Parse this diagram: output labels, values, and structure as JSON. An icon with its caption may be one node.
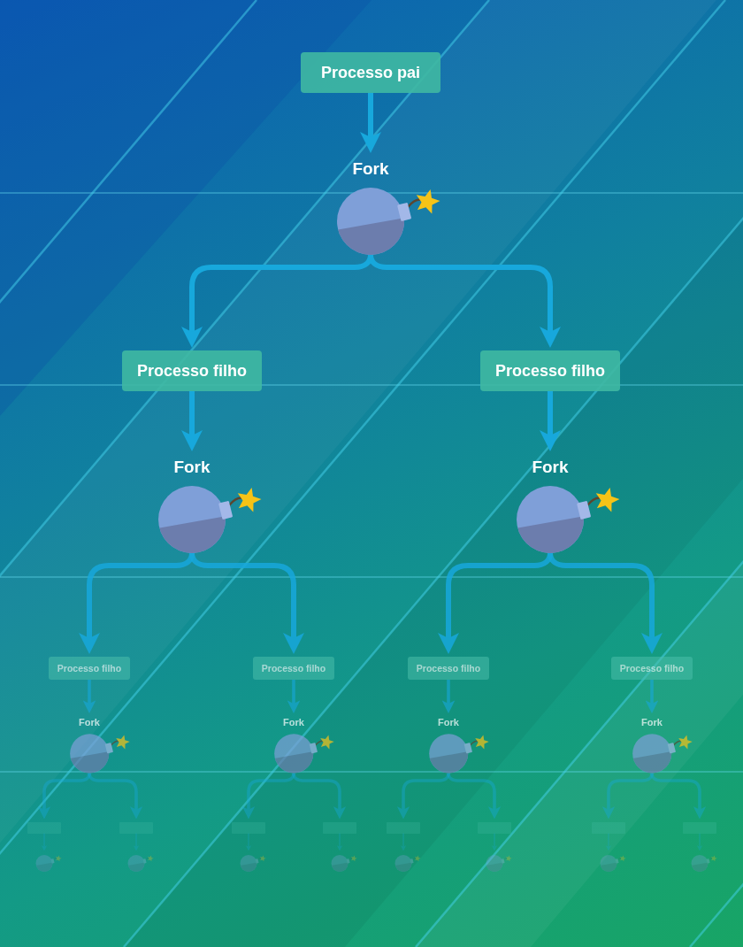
{
  "diagram": {
    "nodes": [
      {
        "text": [
          "Processo pai"
        ]
      },
      {
        "text": [
          "Fork"
        ]
      },
      {
        "text": [
          "Processo filho"
        ]
      },
      {
        "text": [
          "Processo filho"
        ]
      },
      {
        "text": [
          "Fork"
        ]
      },
      {
        "text": [
          "Fork"
        ]
      },
      {
        "text": [
          "Processo filho"
        ]
      },
      {
        "text": [
          "Processo filho"
        ]
      },
      {
        "text": [
          "Processo filho"
        ]
      },
      {
        "text": [
          "Processo filho"
        ]
      },
      {
        "text": [
          "Fork"
        ]
      },
      {
        "text": [
          "Fork"
        ]
      },
      {
        "text": [
          "Fork"
        ]
      },
      {
        "text": [
          "Fork"
        ]
      },
      {
        "text": [],
        "shape": "box"
      },
      {
        "text": [],
        "shape": "box"
      },
      {
        "text": [],
        "shape": "box"
      },
      {
        "text": [],
        "shape": "box"
      },
      {
        "text": [],
        "shape": "box"
      },
      {
        "text": [],
        "shape": "box"
      },
      {
        "text": [],
        "shape": "box"
      },
      {
        "text": [],
        "shape": "box"
      },
      {
        "text": [],
        "shape": "picture"
      },
      {
        "text": [],
        "shape": "picture"
      },
      {
        "text": [],
        "shape": "picture"
      },
      {
        "text": [],
        "shape": "picture"
      },
      {
        "text": [],
        "shape": "picture"
      },
      {
        "text": [],
        "shape": "picture"
      },
      {
        "text": [],
        "shape": "picture"
      },
      {
        "text": [],
        "shape": "picture"
      }
    ],
    "edges": [
      {
        "from": 0,
        "to": 1,
        "arrow": "to"
      },
      {
        "from": 1,
        "to": 2,
        "arrow": "to"
      },
      {
        "from": 1,
        "to": 3,
        "arrow": "to"
      },
      {
        "from": 2,
        "to": 4,
        "arrow": "to"
      },
      {
        "from": 3,
        "to": 5,
        "arrow": "to"
      },
      {
        "from": 4,
        "to": 6,
        "arrow": "to"
      },
      {
        "from": 4,
        "to": 7,
        "arrow": "to"
      },
      {
        "from": 5,
        "to": 8,
        "arrow": "to"
      },
      {
        "from": 5,
        "to": 9,
        "arrow": "to"
      },
      {
        "from": 6,
        "to": 10,
        "arrow": "to"
      },
      {
        "from": 7,
        "to": 11,
        "arrow": "to"
      },
      {
        "from": 8,
        "to": 12,
        "arrow": "to"
      },
      {
        "from": 9,
        "to": 13,
        "arrow": "to"
      },
      {
        "from": 10,
        "to": 14,
        "arrow": "to"
      },
      {
        "from": 10,
        "to": 15,
        "arrow": "to"
      },
      {
        "from": 11,
        "to": 16,
        "arrow": "to"
      },
      {
        "from": 11,
        "to": 17,
        "arrow": "to"
      },
      {
        "from": 12,
        "to": 18,
        "arrow": "to"
      },
      {
        "from": 12,
        "to": 19,
        "arrow": "to"
      },
      {
        "from": 13,
        "to": 20,
        "arrow": "to"
      },
      {
        "from": 13,
        "to": 21,
        "arrow": "to"
      },
      {
        "from": 14,
        "to": 22,
        "arrow": "to"
      },
      {
        "from": 15,
        "to": 23,
        "arrow": "to"
      },
      {
        "from": 16,
        "to": 24,
        "arrow": "to"
      },
      {
        "from": 17,
        "to": 25,
        "arrow": "to"
      },
      {
        "from": 18,
        "to": 26,
        "arrow": "to"
      },
      {
        "from": 19,
        "to": 27,
        "arrow": "to"
      },
      {
        "from": 20,
        "to": 28,
        "arrow": "to"
      },
      {
        "from": 21,
        "to": 29,
        "arrow": "to"
      }
    ]
  }
}
